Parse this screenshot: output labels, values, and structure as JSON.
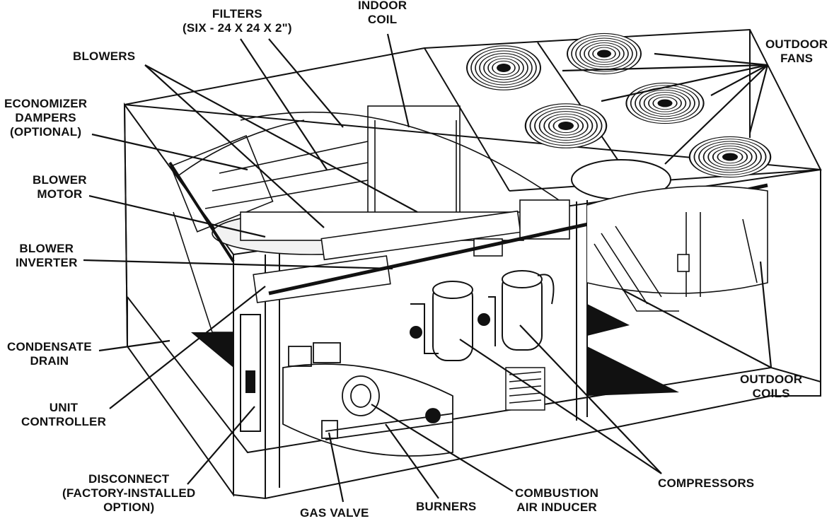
{
  "labels": {
    "filters": [
      "FILTERS",
      "(SIX - 24 X 24 X 2\")"
    ],
    "indoor_coil": [
      "INDOOR",
      "COIL"
    ],
    "outdoor_fans": [
      "OUTDOOR",
      "FANS"
    ],
    "blowers": [
      "BLOWERS"
    ],
    "economizer_dampers": [
      "ECONOMIZER",
      "DAMPERS",
      "(OPTIONAL)"
    ],
    "blower_motor": [
      "BLOWER",
      "MOTOR"
    ],
    "blower_inverter": [
      "BLOWER",
      "INVERTER"
    ],
    "condensate_drain": [
      "CONDENSATE",
      "DRAIN"
    ],
    "unit_controller": [
      "UNIT",
      "CONTROLLER"
    ],
    "disconnect": [
      "DISCONNECT",
      "(FACTORY-INSTALLED",
      "OPTION)"
    ],
    "gas_valve": [
      "GAS VALVE"
    ],
    "burners": [
      "BURNERS"
    ],
    "combustion_air_inducer": [
      "COMBUSTION",
      "AIR INDUCER"
    ],
    "compressors": [
      "COMPRESSORS"
    ],
    "outdoor_coils": [
      "OUTDOOR",
      "COILS"
    ]
  },
  "colors": {
    "ink": "#111111",
    "paper": "#ffffff",
    "shade": "#e6e6e6"
  }
}
